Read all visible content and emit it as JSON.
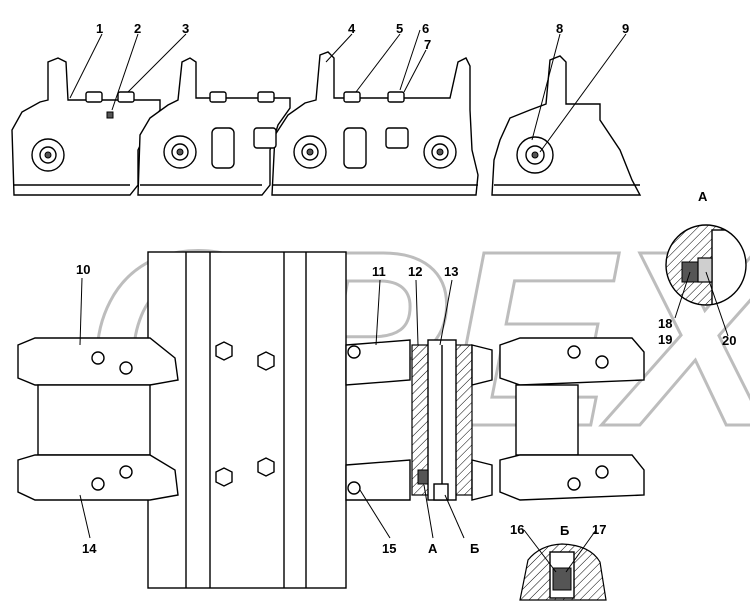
{
  "watermark": "OPEX",
  "callouts": {
    "c1": "1",
    "c2": "2",
    "c3": "3",
    "c4": "4",
    "c5": "5",
    "c6": "6",
    "c7": "7",
    "c8": "8",
    "c9": "9",
    "c10": "10",
    "c11": "11",
    "c12": "12",
    "c13": "13",
    "c14": "14",
    "c15": "15",
    "c16": "16",
    "c17": "17",
    "c18": "18",
    "c19": "19",
    "c20": "20"
  },
  "view_labels": {
    "detail_a_title": "А",
    "detail_b_title": "Б",
    "section_a_marker": "А",
    "section_b_marker": "Б"
  }
}
